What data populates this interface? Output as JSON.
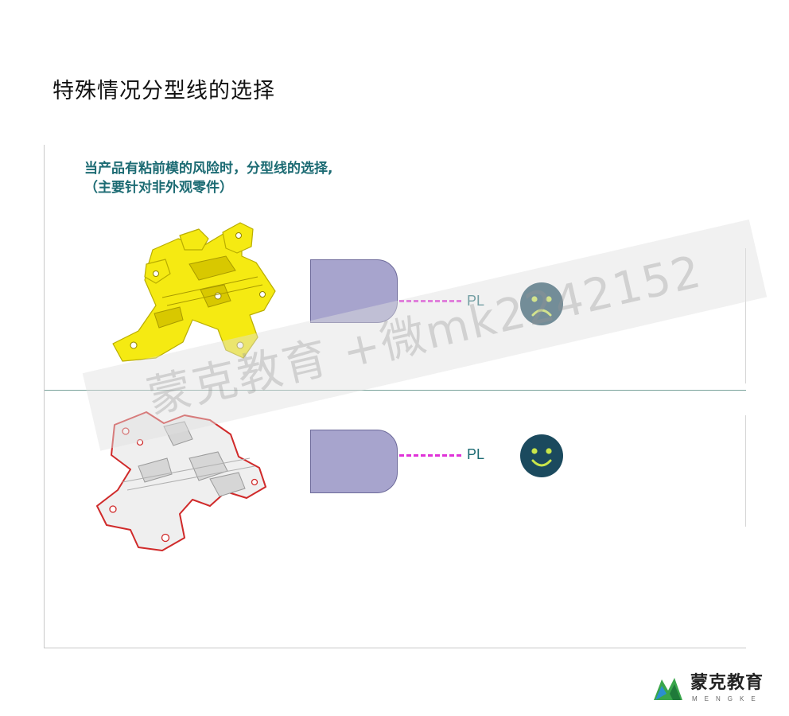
{
  "page": {
    "title": "特殊情况分型线的选择"
  },
  "slide": {
    "heading_line1": "当产品有粘前模的风险时，分型线的选择,",
    "heading_line2": "（主要针对非外观零件）",
    "rows": [
      {
        "pl_label": "PL",
        "face": "sad-face-icon",
        "part_color": "#f5ea12"
      },
      {
        "pl_label": "PL",
        "face": "happy-face-icon",
        "part_color": "#efefef"
      }
    ],
    "colors": {
      "heading": "#1c6b73",
      "mold": "#a7a4cd",
      "parting_line": "#e032d8",
      "face_bg": "#1b4a5e",
      "face_feature": "#c9e64a",
      "part_edge_red": "#d02a2a"
    }
  },
  "watermark": {
    "text": "蒙克教育 +微mk2242152"
  },
  "logo": {
    "name": "蒙克教育",
    "sub": "MENGKE"
  }
}
